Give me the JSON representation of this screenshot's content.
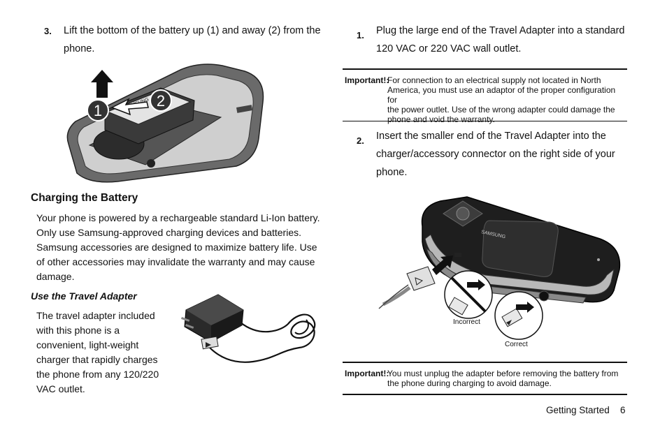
{
  "left": {
    "step3": {
      "num": "3.",
      "line1": "Lift the bottom of the battery up (1) and away (2) from the",
      "line2": "phone."
    },
    "battery_figure": {
      "callout1": "1",
      "callout2": "2"
    },
    "section_title": "Charging the Battery",
    "intro_lines": [
      "Your phone is powered by a rechargeable standard Li-Ion battery.",
      "Only use Samsung-approved charging devices and batteries.",
      "Samsung accessories are designed to maximize battery life. Use",
      "of other accessories may invalidate the warranty and may cause",
      "damage."
    ],
    "sub_title": "Use the Travel Adapter",
    "adapter_lines": [
      "The travel adapter included",
      "with this phone is a",
      "convenient, light-weight",
      "charger that rapidly charges",
      "the phone from any 120/220",
      "VAC outlet."
    ]
  },
  "right": {
    "step1": {
      "num": "1.",
      "line1": "Plug the large end of the Travel Adapter into a standard",
      "line2": "120 VAC or 220 VAC wall outlet."
    },
    "important1": {
      "label": "Important!:",
      "lines": [
        "For connection to an electrical supply not located in North",
        "America, you must use an adaptor of the proper configuration for",
        "the power outlet. Use of the wrong adapter could damage the",
        "phone and void the warranty."
      ]
    },
    "step2": {
      "num": "2.",
      "lines": [
        "Insert the smaller end of the Travel Adapter into the",
        "charger/accessory connector on the right side of your",
        "phone."
      ]
    },
    "connector_figure": {
      "incorrect": "Incorrect",
      "correct": "Correct",
      "brand": "SAMSUNG"
    },
    "important2": {
      "label": "Important!:",
      "lines": [
        "You must unplug the adapter before removing the battery from",
        "the phone during charging to avoid damage."
      ]
    }
  },
  "footer": {
    "section": "Getting Started",
    "page": "6"
  }
}
